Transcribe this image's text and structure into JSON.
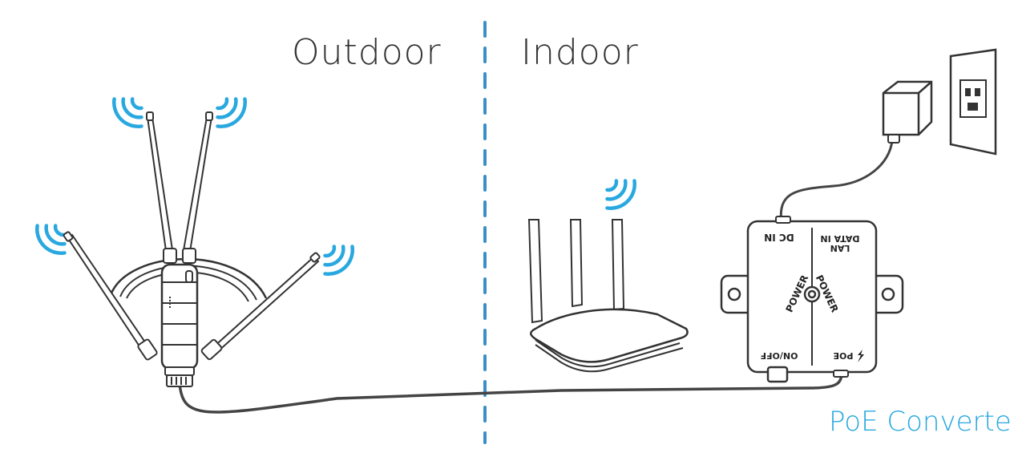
{
  "labels": {
    "outdoor": "Outdoor",
    "indoor": "Indoor",
    "poe_converter": "PoE Converter"
  },
  "converter_panel": {
    "dc_in": "DC IN",
    "lan_data_in_line1": "LAN",
    "lan_data_in_line2": "DATA IN",
    "power_left": "POWER",
    "power_right": "POWER",
    "on_off": "ON/OFF",
    "poe": "POE"
  },
  "colors": {
    "accent": "#29a8e0",
    "line": "#333333",
    "cable": "#444444",
    "divider": "#3a8fc8"
  },
  "icons": [
    "wifi-signal-icon",
    "lightning-icon"
  ]
}
